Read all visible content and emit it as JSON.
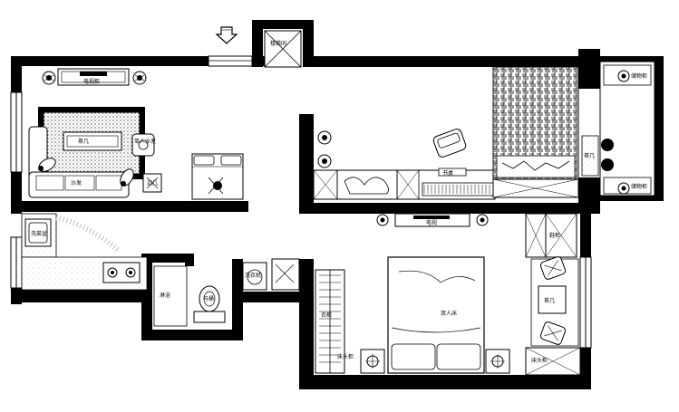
{
  "labels": {
    "tv_living": "电视柜",
    "sofa": "沙发",
    "coffee_table": "茶几",
    "armchair": "单人沙发",
    "lamp_table": "边几",
    "stair": "楼梯间",
    "desk_zone": "书桌",
    "study_tv": "电视",
    "master_bed": "双人床",
    "toilet": "马桶",
    "washer": "洗衣机",
    "wardrobe": "衣柜",
    "bedside_left": "床头柜",
    "bedside_right": "床头柜",
    "balcony_tea": "茶几",
    "balcony_cab_top": "储物柜",
    "balcony_cab_bottom": "储物柜",
    "side_table": "茶几",
    "sink": "洗菜盆",
    "entry_cab": "鞋柜",
    "shower": "淋浴"
  },
  "colors": {
    "wall": "#000000",
    "line": "#000000",
    "background": "#ffffff"
  },
  "icons": {
    "entry": "down-arrow-icon"
  }
}
